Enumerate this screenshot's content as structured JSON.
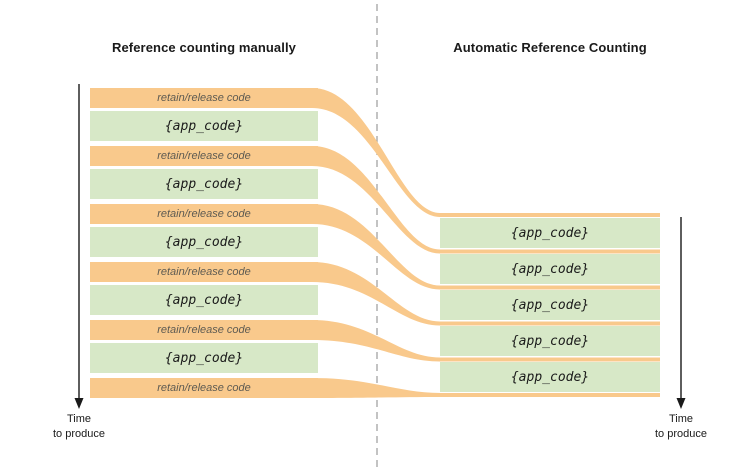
{
  "titles": {
    "left": "Reference counting manually",
    "right": "Automatic Reference Counting"
  },
  "left_column": {
    "bars": [
      {
        "kind": "retain",
        "label": "retain/release code"
      },
      {
        "kind": "app",
        "label": "{app_code}"
      },
      {
        "kind": "retain",
        "label": "retain/release code"
      },
      {
        "kind": "app",
        "label": "{app_code}"
      },
      {
        "kind": "retain",
        "label": "retain/release code"
      },
      {
        "kind": "app",
        "label": "{app_code}"
      },
      {
        "kind": "retain",
        "label": "retain/release code"
      },
      {
        "kind": "app",
        "label": "{app_code}"
      },
      {
        "kind": "retain",
        "label": "retain/release code"
      },
      {
        "kind": "app",
        "label": "{app_code}"
      },
      {
        "kind": "retain",
        "label": "retain/release code"
      }
    ]
  },
  "right_column": {
    "bars": [
      {
        "label": "{app_code}"
      },
      {
        "label": "{app_code}"
      },
      {
        "label": "{app_code}"
      },
      {
        "label": "{app_code}"
      },
      {
        "label": "{app_code}"
      }
    ]
  },
  "time_axis": {
    "line1": "Time",
    "line2": "to produce"
  },
  "colors": {
    "orange": "#F9C98C",
    "green": "#D7E8C7",
    "divider": "#9B9B9B",
    "arrow": "#1A1A1A",
    "retain_text": "#5E5B52",
    "code_text": "#1A1A1A"
  }
}
